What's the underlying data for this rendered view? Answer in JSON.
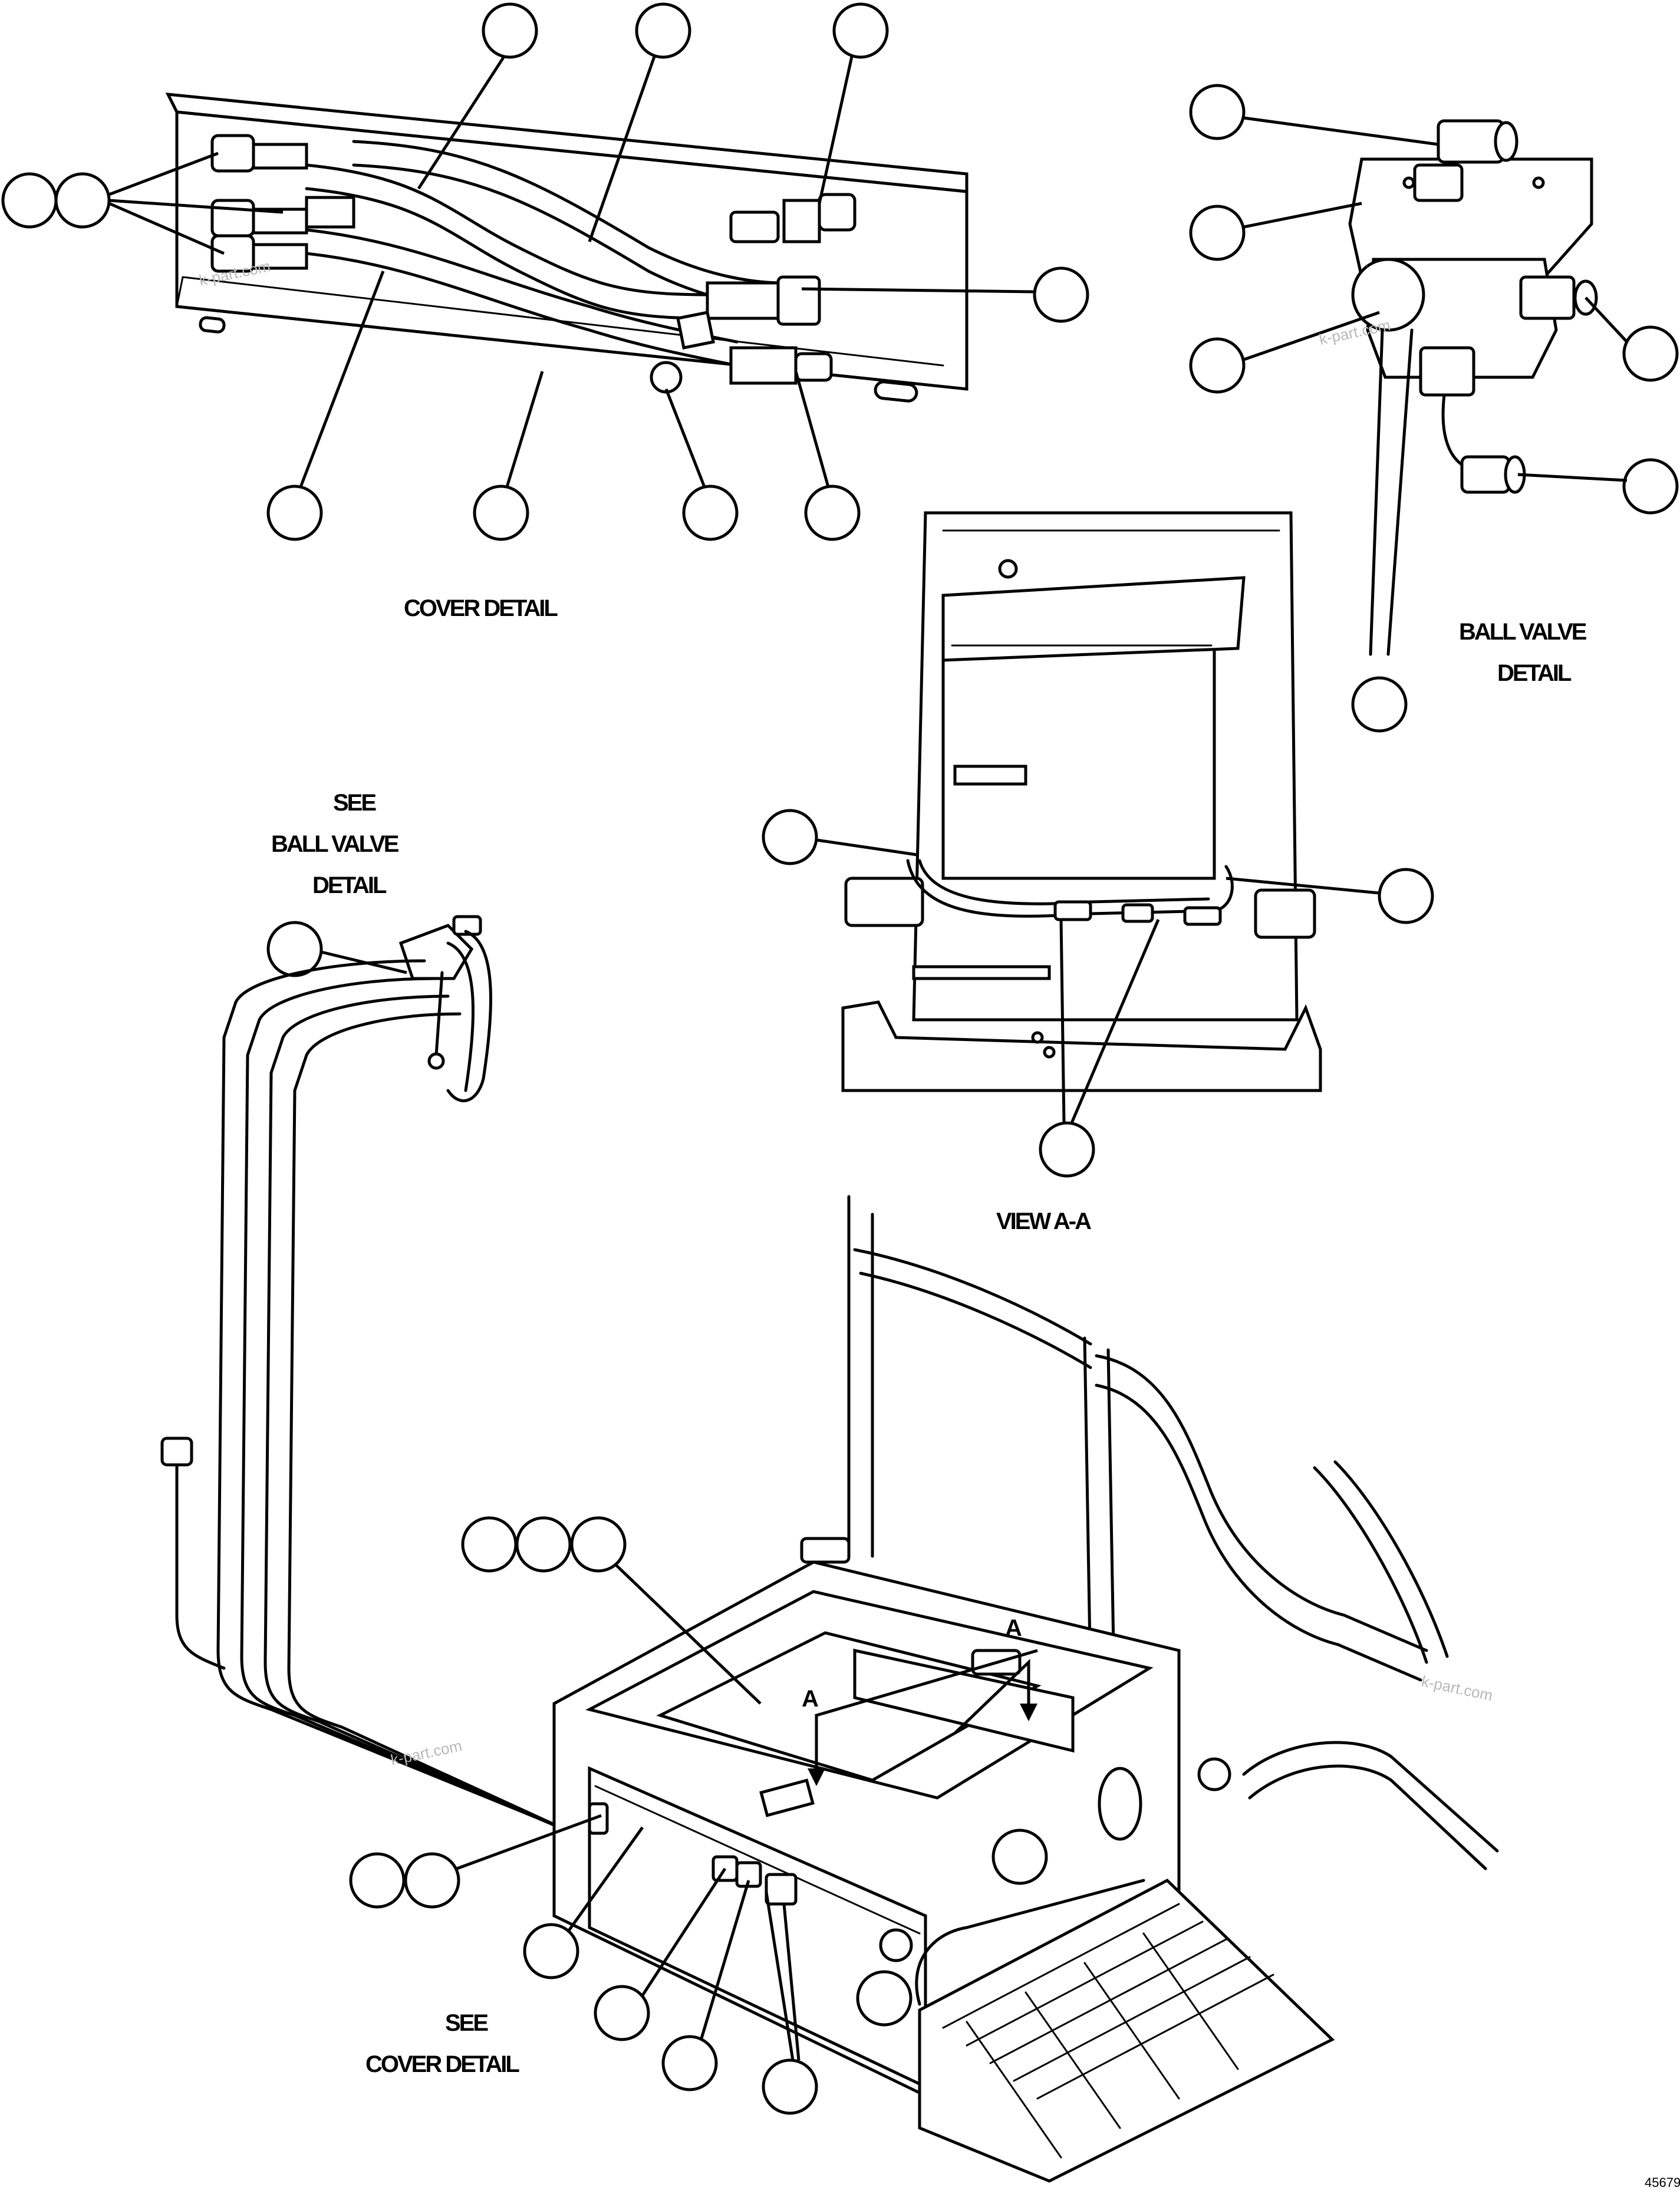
{
  "labels": {
    "cover_detail": "COVER DETAIL",
    "ball_valve_line1": "BALL VALVE",
    "ball_valve_line2": "DETAIL",
    "see_ball_valve_line1": "SEE",
    "see_ball_valve_line2": "BALL VALVE",
    "see_ball_valve_line3": "DETAIL",
    "view_aa": "VIEW A-A",
    "section_a_1": "A",
    "section_a_2": "A",
    "see_cover_line1": "SEE",
    "see_cover_line2": "COVER DETAIL",
    "drawing_number": "45679"
  },
  "watermarks": [
    "k-part.com",
    "k-part.com",
    "k-part.com",
    "k-part.com"
  ]
}
